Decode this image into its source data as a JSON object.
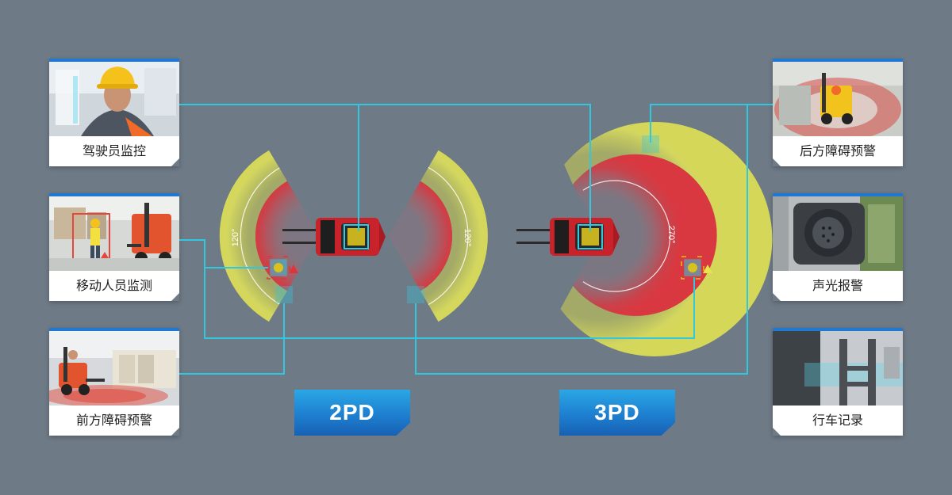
{
  "features_left": [
    {
      "label": "驾驶员监控",
      "icon": "driver-monitoring-photo"
    },
    {
      "label": "移动人员监测",
      "icon": "pedestrian-detection-photo"
    },
    {
      "label": "前方障碍预警",
      "icon": "front-obstacle-photo"
    }
  ],
  "features_right": [
    {
      "label": "后方障碍预警",
      "icon": "rear-obstacle-photo"
    },
    {
      "label": "声光报警",
      "icon": "audible-visual-alarm-photo"
    },
    {
      "label": "行车记录",
      "icon": "driving-recorder-photo"
    }
  ],
  "diagram_2pd": {
    "button_label": "2PD",
    "front_angle_label": "120°",
    "rear_angle_label": "120°"
  },
  "diagram_3pd": {
    "button_label": "3PD",
    "angle_label": "270°"
  },
  "colors": {
    "background": "#6e7a86",
    "connector_line": "#31c8df",
    "accent_blue": "#1f78d1",
    "warning_zone": "#d9dc55",
    "danger_zone": "#e0343c",
    "forklift_body": "#c8232b"
  }
}
